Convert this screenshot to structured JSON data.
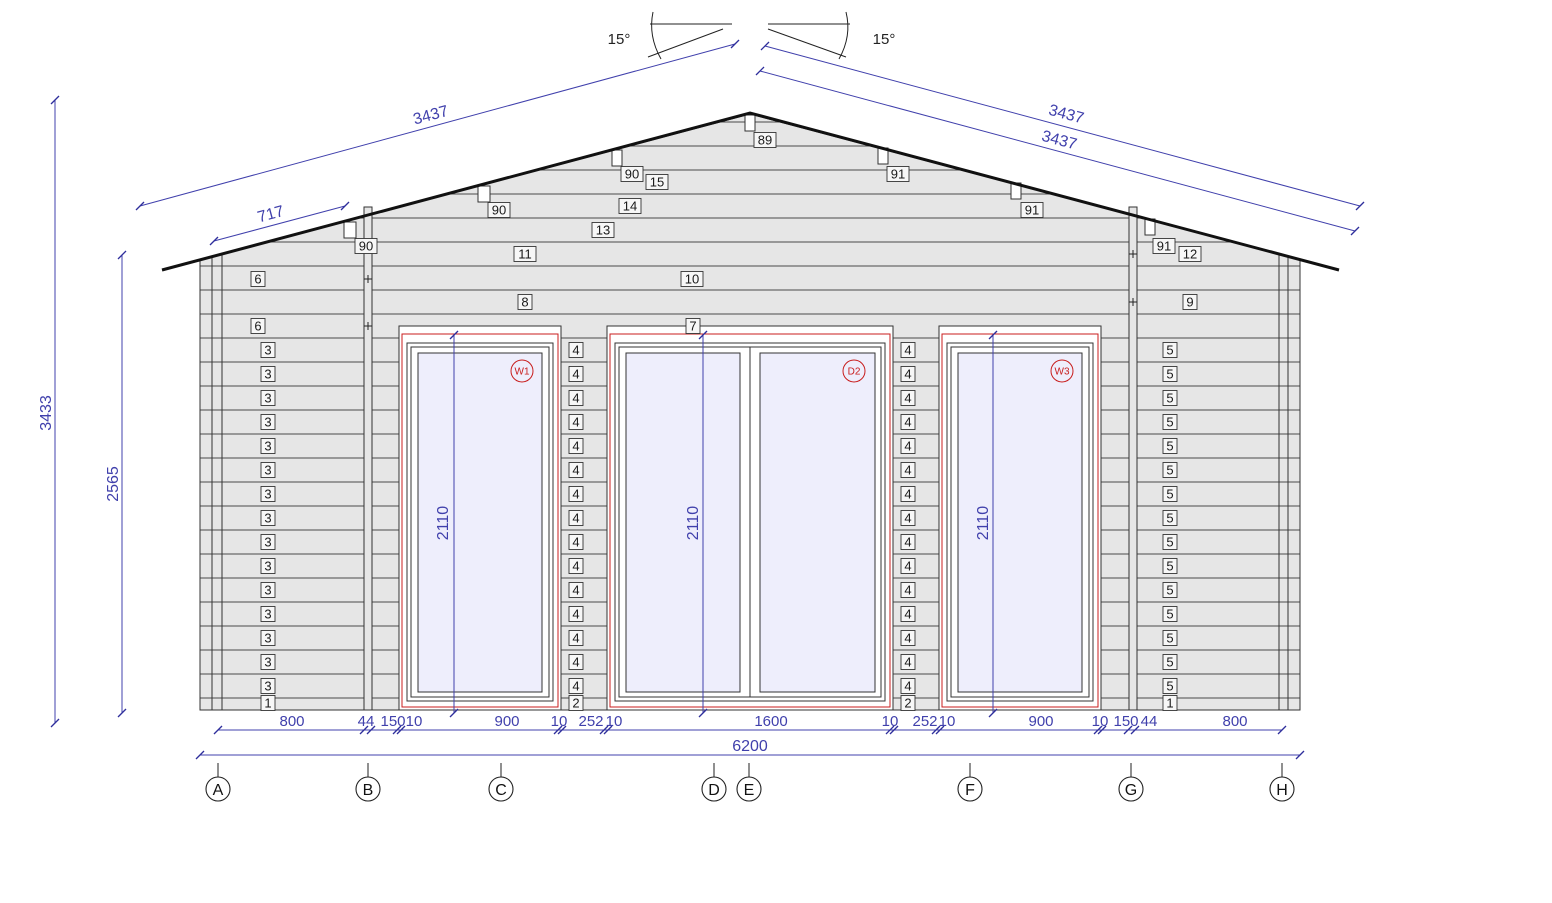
{
  "dimensions": {
    "overall_height": "3433",
    "wall_height": "2565",
    "opening_height_w1": "2110",
    "opening_height_d2": "2110",
    "opening_height_w3": "2110",
    "roof_slope_left": "3437",
    "roof_slope_left_part": "717",
    "roof_slope_right_outer": "3437",
    "roof_slope_right_inner": "3437",
    "roof_angle_left": "15°",
    "roof_angle_right": "15°",
    "total_width": "6200",
    "width_chain": [
      "800",
      "44",
      "150",
      "10",
      "900",
      "10",
      "252",
      "10",
      "1600",
      "10",
      "252",
      "10",
      "900",
      "10",
      "150",
      "44",
      "800"
    ]
  },
  "openings": [
    "W1",
    "D2",
    "W3"
  ],
  "grid_axes": [
    "A",
    "B",
    "C",
    "D",
    "E",
    "F",
    "G",
    "H"
  ],
  "log_labels": {
    "left_end": [
      "3",
      "3",
      "3",
      "3",
      "3",
      "3",
      "3",
      "3",
      "3",
      "3",
      "3",
      "3",
      "3",
      "3",
      "3",
      "1"
    ],
    "pier_left": [
      "4",
      "4",
      "4",
      "4",
      "4",
      "4",
      "4",
      "4",
      "4",
      "4",
      "4",
      "4",
      "4",
      "4",
      "4",
      "2"
    ],
    "pier_right": [
      "4",
      "4",
      "4",
      "4",
      "4",
      "4",
      "4",
      "4",
      "4",
      "4",
      "4",
      "4",
      "4",
      "4",
      "4",
      "2"
    ],
    "right_end": [
      "5",
      "5",
      "5",
      "5",
      "5",
      "5",
      "5",
      "5",
      "5",
      "5",
      "5",
      "5",
      "5",
      "5",
      "5",
      "1"
    ],
    "left_upper": [
      "6",
      "6"
    ],
    "left_mid": [
      "11",
      "8"
    ],
    "gable": [
      "13",
      "14",
      "15"
    ],
    "center": [
      "10",
      "7"
    ],
    "right_upper": [
      "12",
      "9"
    ],
    "rafters": [
      "90",
      "90",
      "90",
      "89",
      "91",
      "91",
      "91"
    ]
  },
  "colors": {
    "dimension": "#4040ac",
    "opening_outline": "#c81e1e",
    "wall_fill": "#e6e6e6",
    "glass": "#eeeefc",
    "roof": "#111111"
  }
}
